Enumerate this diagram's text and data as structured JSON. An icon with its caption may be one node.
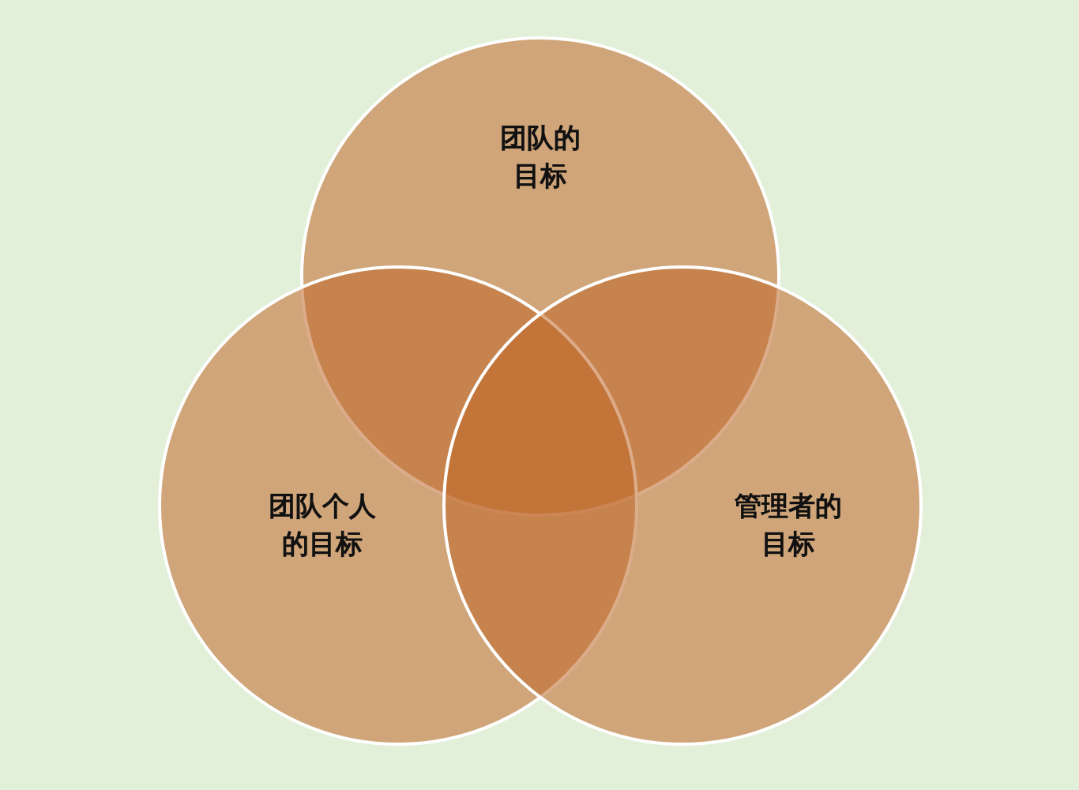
{
  "diagram": {
    "nodes": [
      {
        "text": [
          "团队的目标"
        ]
      },
      {
        "text": [
          "团队个人的目标"
        ]
      },
      {
        "text": [
          "管理者的目标"
        ]
      }
    ]
  }
}
